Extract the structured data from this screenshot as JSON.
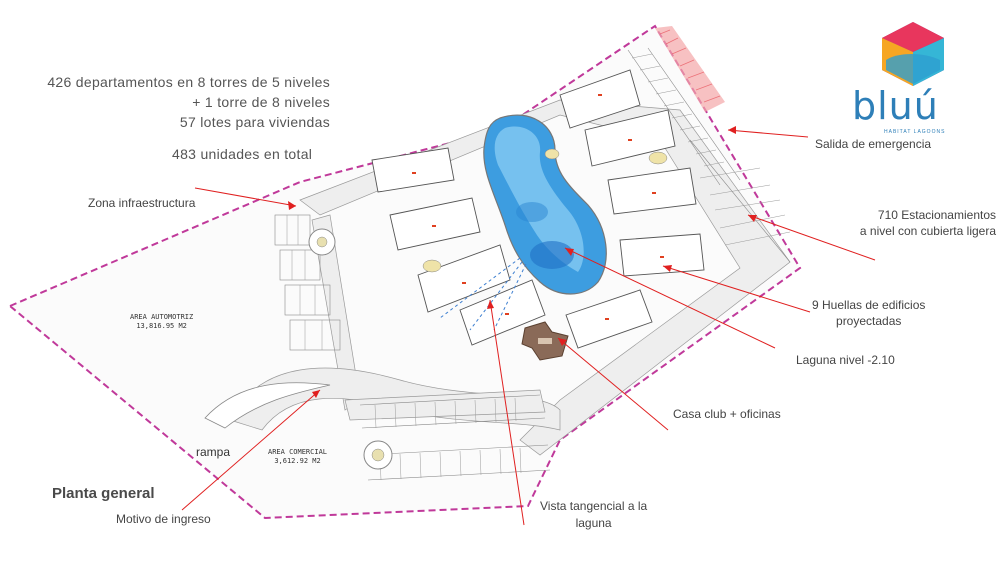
{
  "summary": {
    "line1": "426 departamentos en 8  torres de 5 niveles",
    "line2": "+ 1 torre de 8 niveles",
    "line3": "57 lotes para viviendas",
    "total": "483 unidades en total"
  },
  "title": "Planta general",
  "brand": {
    "name": "bluú",
    "tagline": "HABITAT LAGOONS",
    "colors": [
      "#e8365d",
      "#7b3f98",
      "#f6a623",
      "#35b6d6",
      "#2e7fb8"
    ]
  },
  "labels": {
    "infra": "Zona infraestructura",
    "emergency": "Salida de emergencia",
    "parking_line1": "710 Estacionamientos",
    "parking_line2": "a nivel con cubierta ligera",
    "footprints_line1": "9 Huellas de edificios",
    "footprints_line2": "proyectadas",
    "lagoon": "Laguna nivel -2.10",
    "clubhouse": "Casa club + oficinas",
    "view_line1": "Vista tangencial a la",
    "view_line2": "laguna",
    "entrance": "Motivo de ingreso",
    "ramp": "rampa"
  },
  "plan": {
    "area_auto_name": "AREA AUTOMOTRIZ",
    "area_auto_size": "13,816.95 M2",
    "area_com_name": "AREA COMERCIAL",
    "area_com_size": "3,612.92 M2"
  },
  "colors": {
    "boundary": "#c0399a",
    "arrow": "#e02020",
    "lagoon": "#3d9de0",
    "lagoon_light": "#8fd0f5",
    "clubhouse": "#8a6a58"
  }
}
